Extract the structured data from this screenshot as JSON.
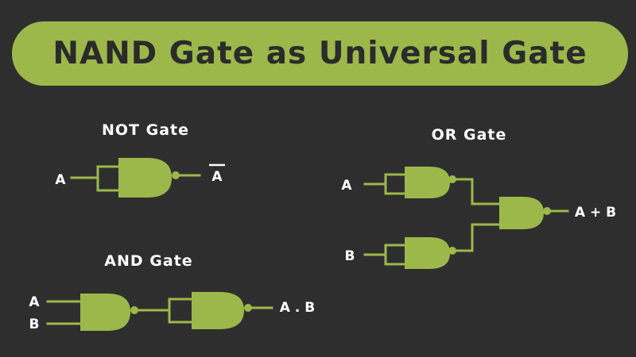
{
  "title": "NAND Gate as Universal Gate",
  "colors": {
    "background": "#2f2e2f",
    "accent": "#9cb84a",
    "title_text": "#2b2b2b",
    "label_text": "#ffffff"
  },
  "not_gate": {
    "heading": "NOT Gate",
    "input": "A",
    "output": "A"
  },
  "and_gate": {
    "heading": "AND Gate",
    "input_a": "A",
    "input_b": "B",
    "output": "A . B"
  },
  "or_gate": {
    "heading": "OR Gate",
    "input_a": "A",
    "input_b": "B",
    "output": "A + B"
  }
}
